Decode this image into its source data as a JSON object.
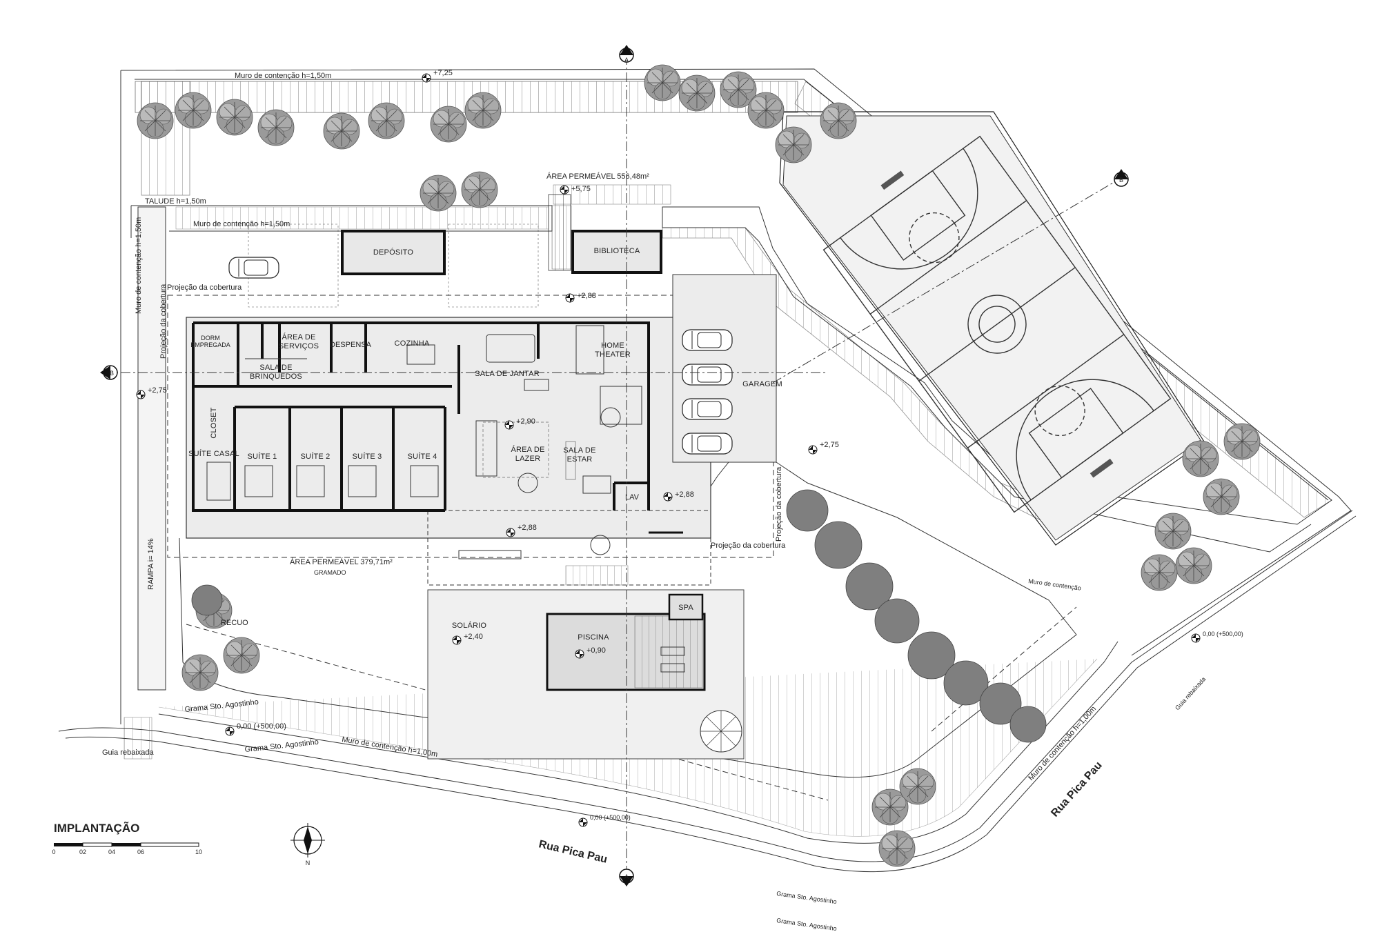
{
  "title": "IMPLANTAÇÃO",
  "scale_bar": [
    "0",
    "02",
    "04",
    "06",
    "10"
  ],
  "north": "N",
  "section_markers": [
    "A",
    "A",
    "B",
    "B"
  ],
  "rooms": {
    "deposito": "DEPÓSITO",
    "biblioteca": "BIBLIOTECA",
    "dorm_empregada_1": "DORM",
    "dorm_empregada_2": "EMPREGADA",
    "area_servicos_1": "ÁREA DE",
    "area_servicos_2": "SERVIÇOS",
    "despensa": "DESPENSA",
    "cozinha": "COZINHA",
    "sala_jantar": "SALA DE JANTAR",
    "home_theater_1": "HOME",
    "home_theater_2": "THEATER",
    "sala_brinquedos_1": "SALA DE",
    "sala_brinquedos_2": "BRINQUEDOS",
    "closet": "CLOSET",
    "suite_casal": "SUÍTE CASAL",
    "suite_1": "SUÍTE 1",
    "suite_2": "SUÍTE 2",
    "suite_3": "SUÍTE 3",
    "suite_4": "SUÍTE 4",
    "area_lazer_1": "ÁREA DE",
    "area_lazer_2": "LAZER",
    "sala_estar_1": "SALA DE",
    "sala_estar_2": "ESTAR",
    "lav": "LAV",
    "garagem": "GARAGEM",
    "solario": "SOLÁRIO",
    "piscina": "PISCINA",
    "spa": "SPA"
  },
  "annotations": {
    "muro_top": "Muro de contenção h=1,50m",
    "muro_mid": "Muro de contenção h=1,50m",
    "muro_left": "Muro de contenção h=1,50m",
    "talude": "TALUDE h=1,50m",
    "area_permeavel_top": "ÁREA PERMEÁVEL 556,48m²",
    "area_permeavel_bottom": "ÁREA PERMEÁVEL 379,71m²",
    "gramado": "GRAMADO",
    "projecao_top": "Projeção da cobertura",
    "projecao_left": "Projeção da cobertura",
    "projecao_right": "Projeção da cobertura",
    "projecao_bottom": "Projeção da cobertura",
    "rampa": "RAMPA i= 14%",
    "recuo": "RECUO",
    "grama_1": "Grama Sto. Agostinho",
    "grama_2": "Grama Sto. Agostinho",
    "grama_3": "Grama Sto. Agostinho",
    "grama_4": "Grama Sto. Agostinho",
    "muro_street": "Muro de contenção h=1,00m",
    "muro_street_right": "Muro de contenção h=1,00m",
    "guia_left": "Guia rebaixada",
    "guia_right": "Guia rebaixada",
    "street_1": "Rua Pica Pau",
    "street_2": "Rua Pica Pau",
    "court_note": "Muro de contenção"
  },
  "levels": {
    "top": "+7,25",
    "deck": "+5,75",
    "mid": "+2,88",
    "left": "+2,75",
    "lazer": "+2,90",
    "lav": "+2,88",
    "bottom_house": "+2,88",
    "garagem": "+2,75",
    "solario": "+2,40",
    "piscina": "+0,90",
    "street_left": "0,00 (+500,00)",
    "street_mid": "0,00 (+500,00)",
    "street_right": "0,00 (+500,00)"
  }
}
